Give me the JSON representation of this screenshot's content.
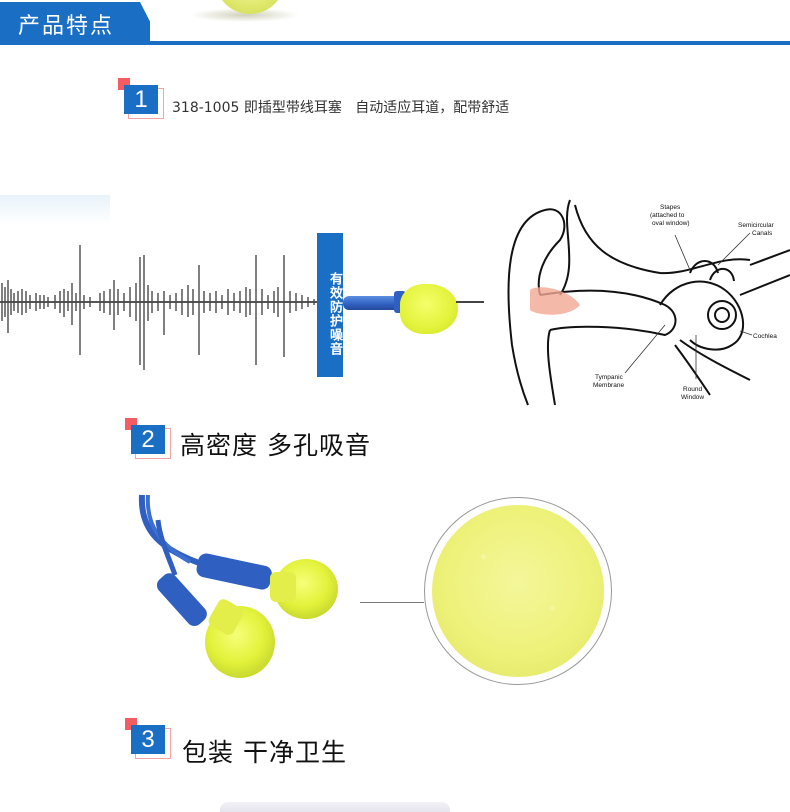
{
  "header": {
    "title": "产品特点",
    "accent_color": "#1a6fc4"
  },
  "sections": [
    {
      "number": "1",
      "text": "318-1005 即插型带线耳塞   自动适应耳道，配带舒适",
      "figure": {
        "vertical_label": "有效防护噪音",
        "diagram_labels": {
          "stapes": "Stapes (attached to oval window)",
          "semicircular": "Semicircular Canals",
          "cochlea": "Cochlea",
          "tympanic": "Tympanic Membrane",
          "round_window": "Round Window"
        }
      }
    },
    {
      "number": "2",
      "title": "高密度 多孔吸音"
    },
    {
      "number": "3",
      "title": "包装 干净卫生"
    }
  ],
  "colors": {
    "badge_blue": "#1a6fc4",
    "badge_pink": "#f35c63",
    "foam_yellow": "#eef27a"
  }
}
